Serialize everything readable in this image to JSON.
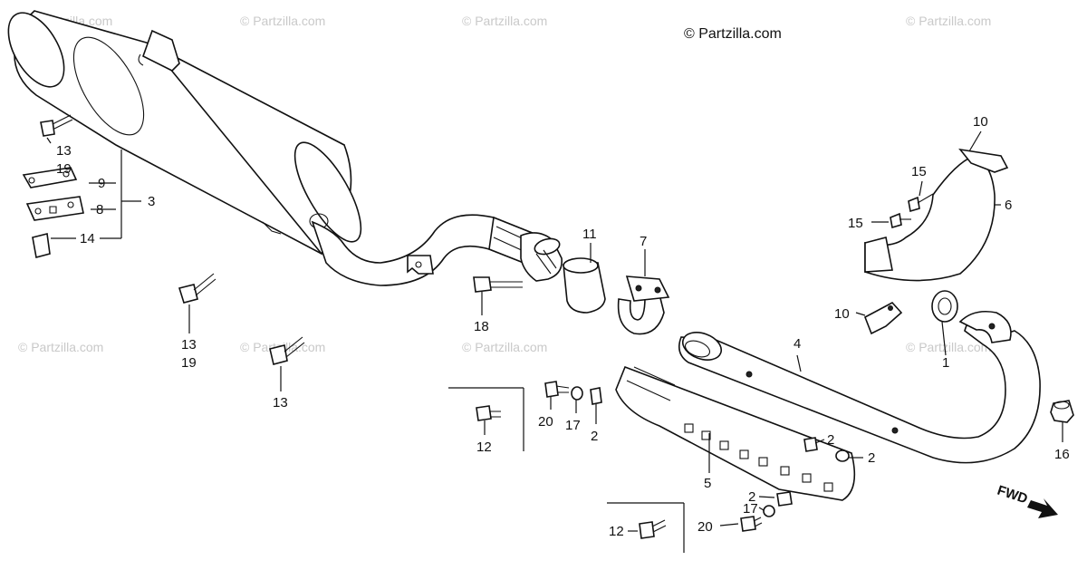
{
  "copyright": "© Partzilla.com",
  "watermark": "© Partzilla.com",
  "direction_label": "FWD",
  "callouts": {
    "c1": "1",
    "c2a": "2",
    "c2b": "2",
    "c2c": "2",
    "c2d": "2",
    "c3": "3",
    "c4": "4",
    "c5": "5",
    "c6": "6",
    "c7": "7",
    "c8": "8",
    "c9": "9",
    "c10a": "10",
    "c10b": "10",
    "c11": "11",
    "c12a": "12",
    "c12b": "12",
    "c13a": "13",
    "c13b": "13",
    "c13c": "13",
    "c14": "14",
    "c15a": "15",
    "c15b": "15",
    "c16": "16",
    "c17a": "17",
    "c17b": "17",
    "c18": "18",
    "c19a": "19",
    "c19b": "19",
    "c20a": "20",
    "c20b": "20"
  }
}
